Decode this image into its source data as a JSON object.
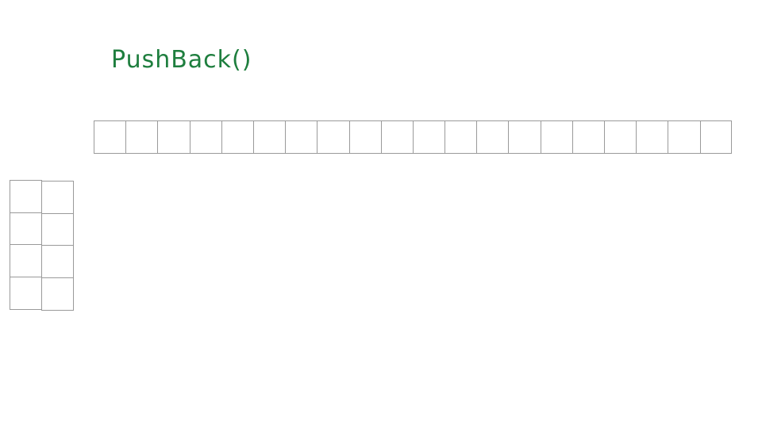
{
  "title": {
    "text": "PushBack()",
    "color": "#1e7e3e"
  },
  "main_array": {
    "cell_count": 20,
    "cells": [
      "",
      "",
      "",
      "",
      "",
      "",
      "",
      "",
      "",
      "",
      "",
      "",
      "",
      "",
      "",
      "",
      "",
      "",
      "",
      ""
    ]
  },
  "side_grid": {
    "columns": 2,
    "rows": 4,
    "cells": [
      [
        "",
        "",
        "",
        ""
      ],
      [
        "",
        "",
        "",
        ""
      ]
    ]
  },
  "colors": {
    "cell_border": "#9a9a9a",
    "background": "#ffffff"
  }
}
